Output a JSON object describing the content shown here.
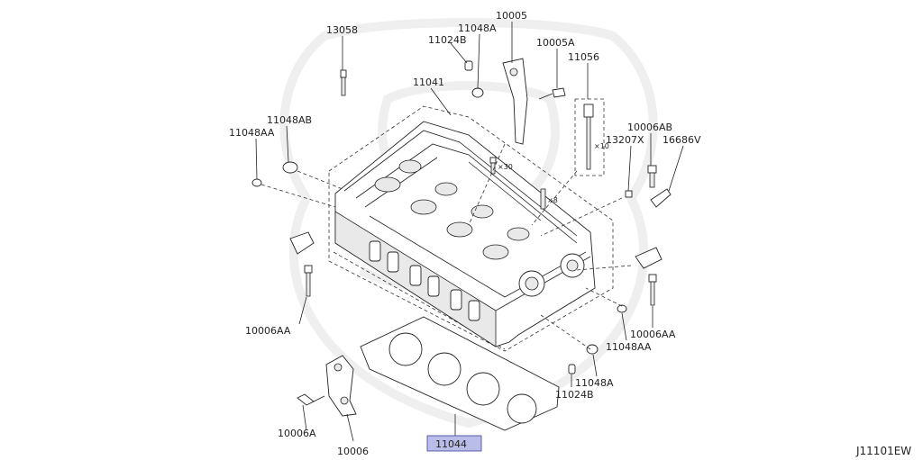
{
  "diagram_code": "J11101EW",
  "labels": {
    "p13058": "13058",
    "p11024B_top": "11024B",
    "p11048A_top": "11048A",
    "p10005": "10005",
    "p10005A": "10005A",
    "p11056": "11056",
    "p11041": "11041",
    "p11048AB": "11048AB",
    "p11048AA_left": "11048AA",
    "p10006AB": "10006AB",
    "p13207X": "13207X",
    "p16686V": "16686V",
    "p10006AA_left": "10006AA",
    "p10006AA_right": "10006AA",
    "p11048AA_right": "11048AA",
    "p11048A_bottom": "11048A",
    "p11024B_bottom": "11024B",
    "p10006A": "10006A",
    "p10006": "10006",
    "p11044": "11044"
  },
  "quantities": {
    "x30": "×30",
    "x8": "×8",
    "x10": "×10"
  },
  "highlight_color": "#b9bde8"
}
